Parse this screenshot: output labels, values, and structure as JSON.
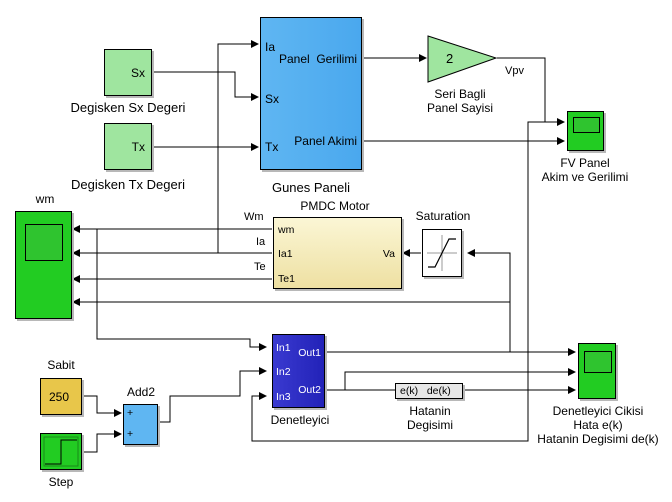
{
  "blocks": {
    "sx": {
      "label": "Degisken Sx Degeri",
      "text": "Sx"
    },
    "tx": {
      "label": "Degisken Tx Degeri",
      "text": "Tx"
    },
    "pv": {
      "label": "Gunes Paneli",
      "ports_in": [
        "Ia",
        "Sx",
        "Tx"
      ],
      "ports_out": [
        "Panel  Gerilimi",
        "Panel Akimi"
      ]
    },
    "gain": {
      "value": "2",
      "label_line1": "Seri Bagli",
      "label_line2": "Panel Sayisi",
      "out_signal": "Vpv"
    },
    "scope_pv": {
      "label_line1": "FV Panel",
      "label_line2": "Akim ve Gerilimi"
    },
    "scope_wm": {
      "label": "wm"
    },
    "motor": {
      "label": "PMDC Motor",
      "ports_in": [
        "Va"
      ],
      "ports_out": [
        "wm",
        "Ia1",
        "Te1"
      ],
      "signals_out": [
        "Wm",
        "Ia",
        "Te"
      ]
    },
    "saturation": {
      "label": "Saturation"
    },
    "controller": {
      "label": "Denetleyici",
      "ports_in": [
        "In1",
        "In2",
        "In3"
      ],
      "ports_out": [
        "Out1",
        "Out2"
      ]
    },
    "derivative": {
      "text": "e(k)   de(k)",
      "label_line1": "Hatanin",
      "label_line2": "Degisimi"
    },
    "scope_ctrl": {
      "label_line1": "Denetleyici Cikisi",
      "label_line2": "Hata e(k)",
      "label_line3": "Hatanin Degisimi de(k)"
    },
    "constant": {
      "label": "Sabit",
      "value": "250"
    },
    "add": {
      "label": "Add2",
      "signs": [
        "+",
        "+"
      ]
    },
    "step": {
      "label": "Step"
    }
  }
}
